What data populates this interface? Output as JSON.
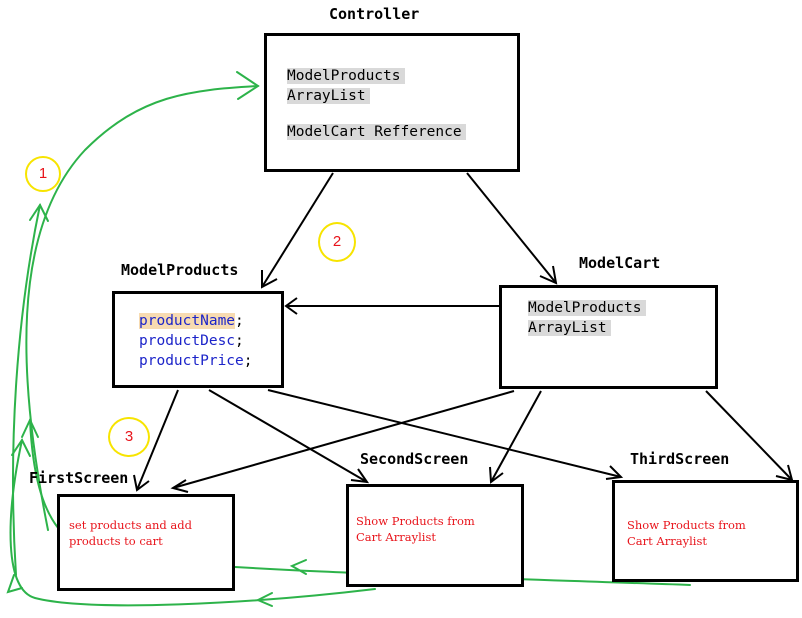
{
  "controller": {
    "title": "Controller",
    "line1": "ModelProducts",
    "line2": "ArrayList",
    "line3": "ModelCart Refference"
  },
  "model_products": {
    "title": "ModelProducts",
    "field1": "productName",
    "field2": "productDesc",
    "field3": "productPrice",
    "terminator": ";"
  },
  "model_cart": {
    "title": "ModelCart",
    "line1": "ModelProducts",
    "line2": "ArrayList"
  },
  "first_screen": {
    "title": "FirstScreen",
    "note_line1": "set products and add",
    "note_line2": "products to cart"
  },
  "second_screen": {
    "title": "SecondScreen",
    "note_line1": "Show Products from",
    "note_line2": "Cart Arraylist"
  },
  "third_screen": {
    "title": "ThirdScreen",
    "note_line1": "Show Products from",
    "note_line2": "Cart Arraylist"
  },
  "step_badges": [
    "1",
    "2",
    "3"
  ],
  "colors": {
    "flow_arrows": "#2db34a",
    "badge_ring": "#f7e400",
    "badge_text": "#e8141b",
    "note_text": "#e8141b",
    "field_text": "#1c24c9",
    "highlight_gray": "#d9d9d9",
    "highlight_orange": "#f7dbb1"
  }
}
